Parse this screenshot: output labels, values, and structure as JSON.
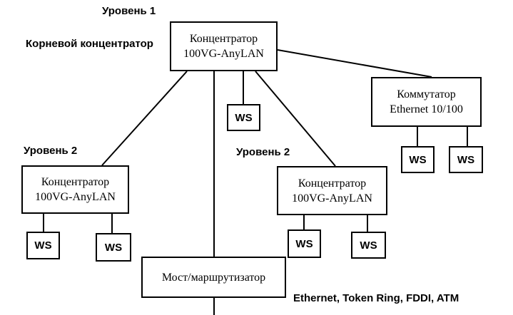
{
  "labels": {
    "level1": "Уровень 1",
    "root": "Корневой концентратор",
    "level2_left": "Уровень 2",
    "level2_right": "Уровень 2",
    "networks": "Ethernet, Token Ring, FDDI, ATM"
  },
  "nodes": {
    "root_hub": {
      "line1": "Концентратор",
      "line2": "100VG-AnyLAN"
    },
    "switch": {
      "line1": "Коммутатор",
      "line2": "Ethernet 10/100"
    },
    "left_hub": {
      "line1": "Концентратор",
      "line2": "100VG-AnyLAN"
    },
    "right_hub": {
      "line1": "Концентратор",
      "line2": "100VG-AnyLAN"
    },
    "bridge": {
      "line1": "Мост/маршрутизатор"
    }
  },
  "workstation_label": "WS",
  "colors": {
    "line": "#000000",
    "background": "#ffffff"
  }
}
